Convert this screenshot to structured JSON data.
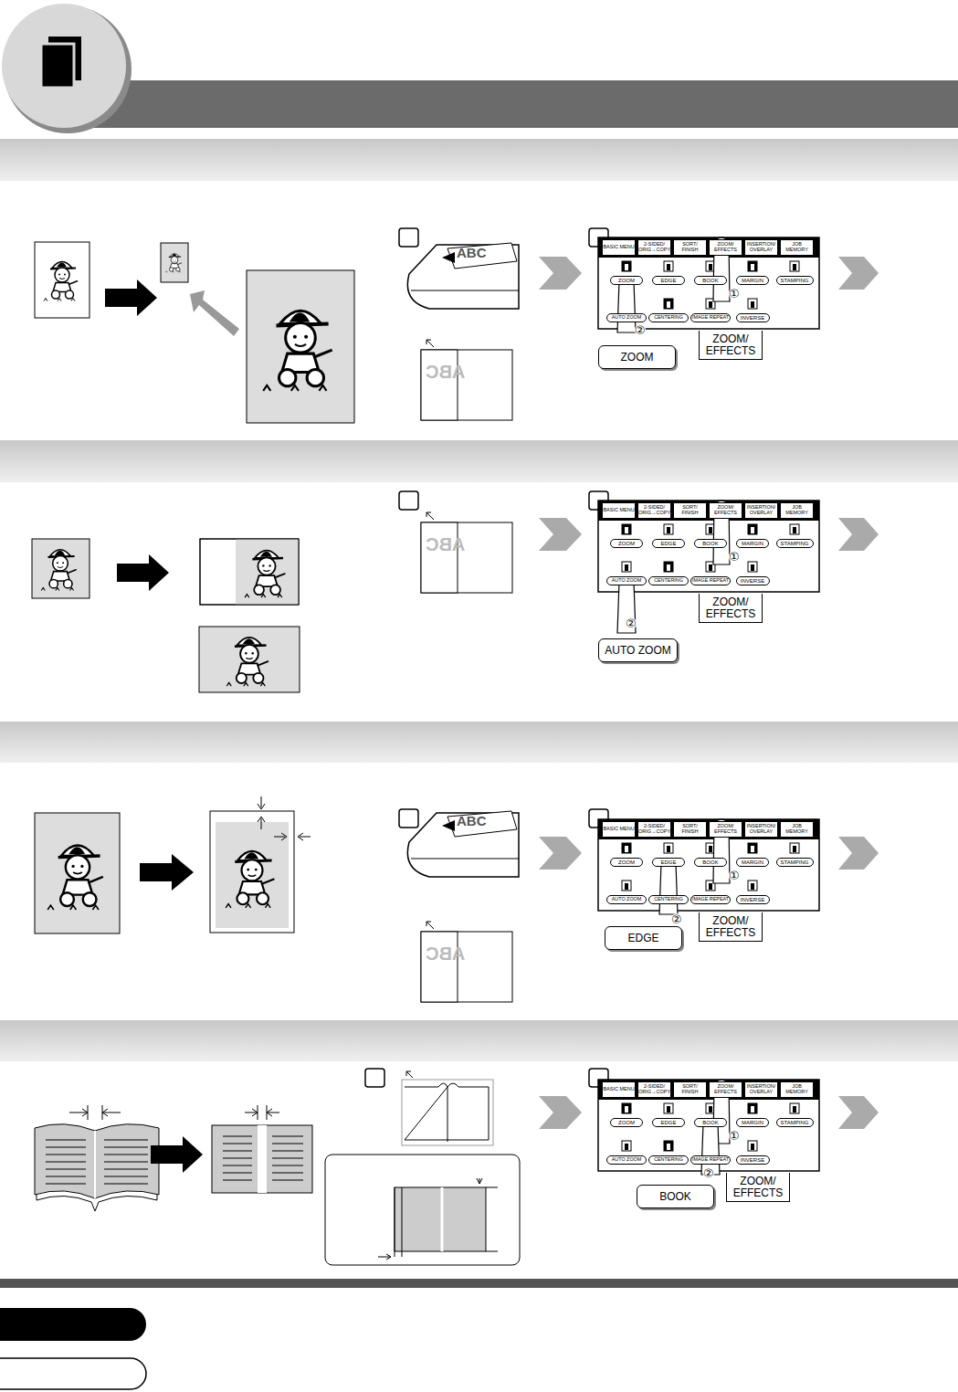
{
  "diagram": {
    "nodes": [
      {
        "text": [
          "BASIC MENU"
        ]
      },
      {
        "text": [
          "2-SIDED/ ORIG→COPY"
        ]
      },
      {
        "text": [
          "SORT/ FINISH"
        ]
      },
      {
        "text": [
          "ZOOM/ EFFECTS"
        ]
      },
      {
        "text": [
          "INSERTION/ OVERLAY"
        ]
      },
      {
        "text": [
          "JOB MEMORY"
        ]
      },
      {
        "text": [
          "ZOOM"
        ]
      },
      {
        "text": [
          "EDGE"
        ]
      },
      {
        "text": [
          "BOOK"
        ]
      },
      {
        "text": [
          "MARGIN"
        ]
      },
      {
        "text": [
          "STAMPING"
        ]
      },
      {
        "text": [
          "AUTO ZOOM"
        ]
      },
      {
        "text": [
          "CENTERING"
        ]
      },
      {
        "text": [
          "IMAGE REPEAT"
        ]
      },
      {
        "text": [
          "INVERSE"
        ]
      },
      {
        "text": [
          "ZOOM"
        ]
      },
      {
        "text": [
          "ZOOM/ EFFECTS"
        ]
      },
      {
        "text": [
          "BASIC MENU"
        ]
      },
      {
        "text": [
          "2-SIDED/ ORIG→COPY"
        ]
      },
      {
        "text": [
          "SORT/ FINISH"
        ]
      },
      {
        "text": [
          "ZOOM/ EFFECTS"
        ]
      },
      {
        "text": [
          "INSERTION/ OVERLAY"
        ]
      },
      {
        "text": [
          "JOB MEMORY"
        ]
      },
      {
        "text": [
          "ZOOM"
        ]
      },
      {
        "text": [
          "EDGE"
        ]
      },
      {
        "text": [
          "BOOK"
        ]
      },
      {
        "text": [
          "MARGIN"
        ]
      },
      {
        "text": [
          "STAMPING"
        ]
      },
      {
        "text": [
          "AUTO ZOOM"
        ]
      },
      {
        "text": [
          "CENTERING"
        ]
      },
      {
        "text": [
          "IMAGE REPEAT"
        ]
      },
      {
        "text": [
          "INVERSE"
        ]
      },
      {
        "text": [
          "AUTO ZOOM"
        ]
      },
      {
        "text": [
          "ZOOM/ EFFECTS"
        ]
      },
      {
        "text": [
          "BASIC MENU"
        ]
      },
      {
        "text": [
          "2-SIDED/ ORIG→COPY"
        ]
      },
      {
        "text": [
          "SORT/ FINISH"
        ]
      },
      {
        "text": [
          "ZOOM/ EFFECTS"
        ]
      },
      {
        "text": [
          "INSERTION/ OVERLAY"
        ]
      },
      {
        "text": [
          "JOB MEMORY"
        ]
      },
      {
        "text": [
          "ZOOM"
        ]
      },
      {
        "text": [
          "EDGE"
        ]
      },
      {
        "text": [
          "BOOK"
        ]
      },
      {
        "text": [
          "MARGIN"
        ]
      },
      {
        "text": [
          "STAMPING"
        ]
      },
      {
        "text": [
          "AUTO ZOOM"
        ]
      },
      {
        "text": [
          "CENTERING"
        ]
      },
      {
        "text": [
          "IMAGE REPEAT"
        ]
      },
      {
        "text": [
          "INVERSE"
        ]
      },
      {
        "text": [
          "EDGE"
        ]
      },
      {
        "text": [
          "ZOOM/ EFFECTS"
        ]
      },
      {
        "text": [
          "BASIC MENU"
        ]
      },
      {
        "text": [
          "2-SIDED/ ORIG→COPY"
        ]
      },
      {
        "text": [
          "SORT/ FINISH"
        ]
      },
      {
        "text": [
          "ZOOM/ EFFECTS"
        ]
      },
      {
        "text": [
          "INSERTION/ OVERLAY"
        ]
      },
      {
        "text": [
          "JOB MEMORY"
        ]
      },
      {
        "text": [
          "ZOOM"
        ]
      },
      {
        "text": [
          "EDGE"
        ]
      },
      {
        "text": [
          "BOOK"
        ]
      },
      {
        "text": [
          "MARGIN"
        ]
      },
      {
        "text": [
          "STAMPING"
        ]
      },
      {
        "text": [
          "AUTO ZOOM"
        ]
      },
      {
        "text": [
          "CENTERING"
        ]
      },
      {
        "text": [
          "IMAGE REPEAT"
        ]
      },
      {
        "text": [
          "INVERSE"
        ]
      },
      {
        "text": [
          "BOOK"
        ]
      },
      {
        "text": [
          "ZOOM/ EFFECTS"
        ]
      }
    ],
    "labels": [
      "ABC",
      "ABC",
      "①",
      "②",
      "ABC",
      "①",
      "②",
      "ABC",
      "ABC",
      "①",
      "②",
      "①",
      "②"
    ]
  }
}
